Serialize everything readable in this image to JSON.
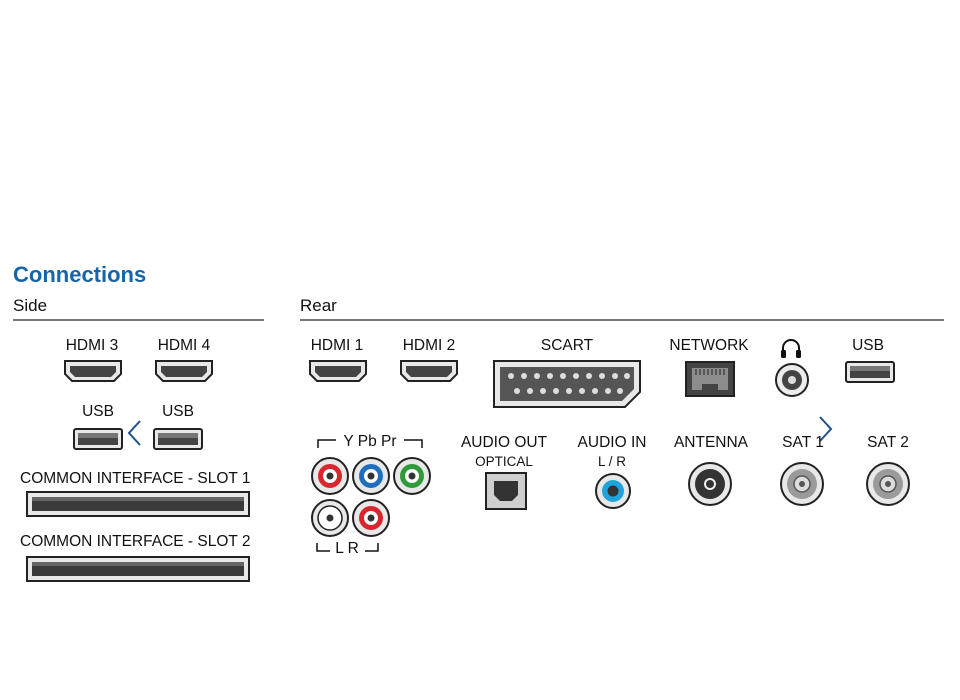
{
  "title": "Connections",
  "side": {
    "heading": "Side",
    "hdmi3": "HDMI 3",
    "hdmi4": "HDMI 4",
    "usb_a": "USB",
    "usb_b": "USB",
    "ci_slot1": "COMMON INTERFACE - SLOT 1",
    "ci_slot2": "COMMON INTERFACE - SLOT 2"
  },
  "rear": {
    "heading": "Rear",
    "hdmi1": "HDMI 1",
    "hdmi2": "HDMI 2",
    "scart": "SCART",
    "network": "NETWORK",
    "headphones_icon": "headphones-icon",
    "usb": "USB",
    "component_label": "Y Pb Pr",
    "audio_lr_label": "L R",
    "audio_out": "AUDIO OUT",
    "audio_out_sub": "OPTICAL",
    "audio_in": "AUDIO IN",
    "audio_in_sub": "L / R",
    "antenna": "ANTENNA",
    "sat1": "SAT 1",
    "sat2": "SAT 2"
  },
  "navigation": {
    "prev_icon": "chevron-left-icon",
    "next_icon": "chevron-right-icon"
  },
  "colors": {
    "title": "#1565a8",
    "nav": "#1d4f8a",
    "rca_red": "#d7262e",
    "rca_blue": "#1f6fbf",
    "rca_green": "#2f9b3b",
    "audio_in_blue": "#1fa3dd"
  }
}
